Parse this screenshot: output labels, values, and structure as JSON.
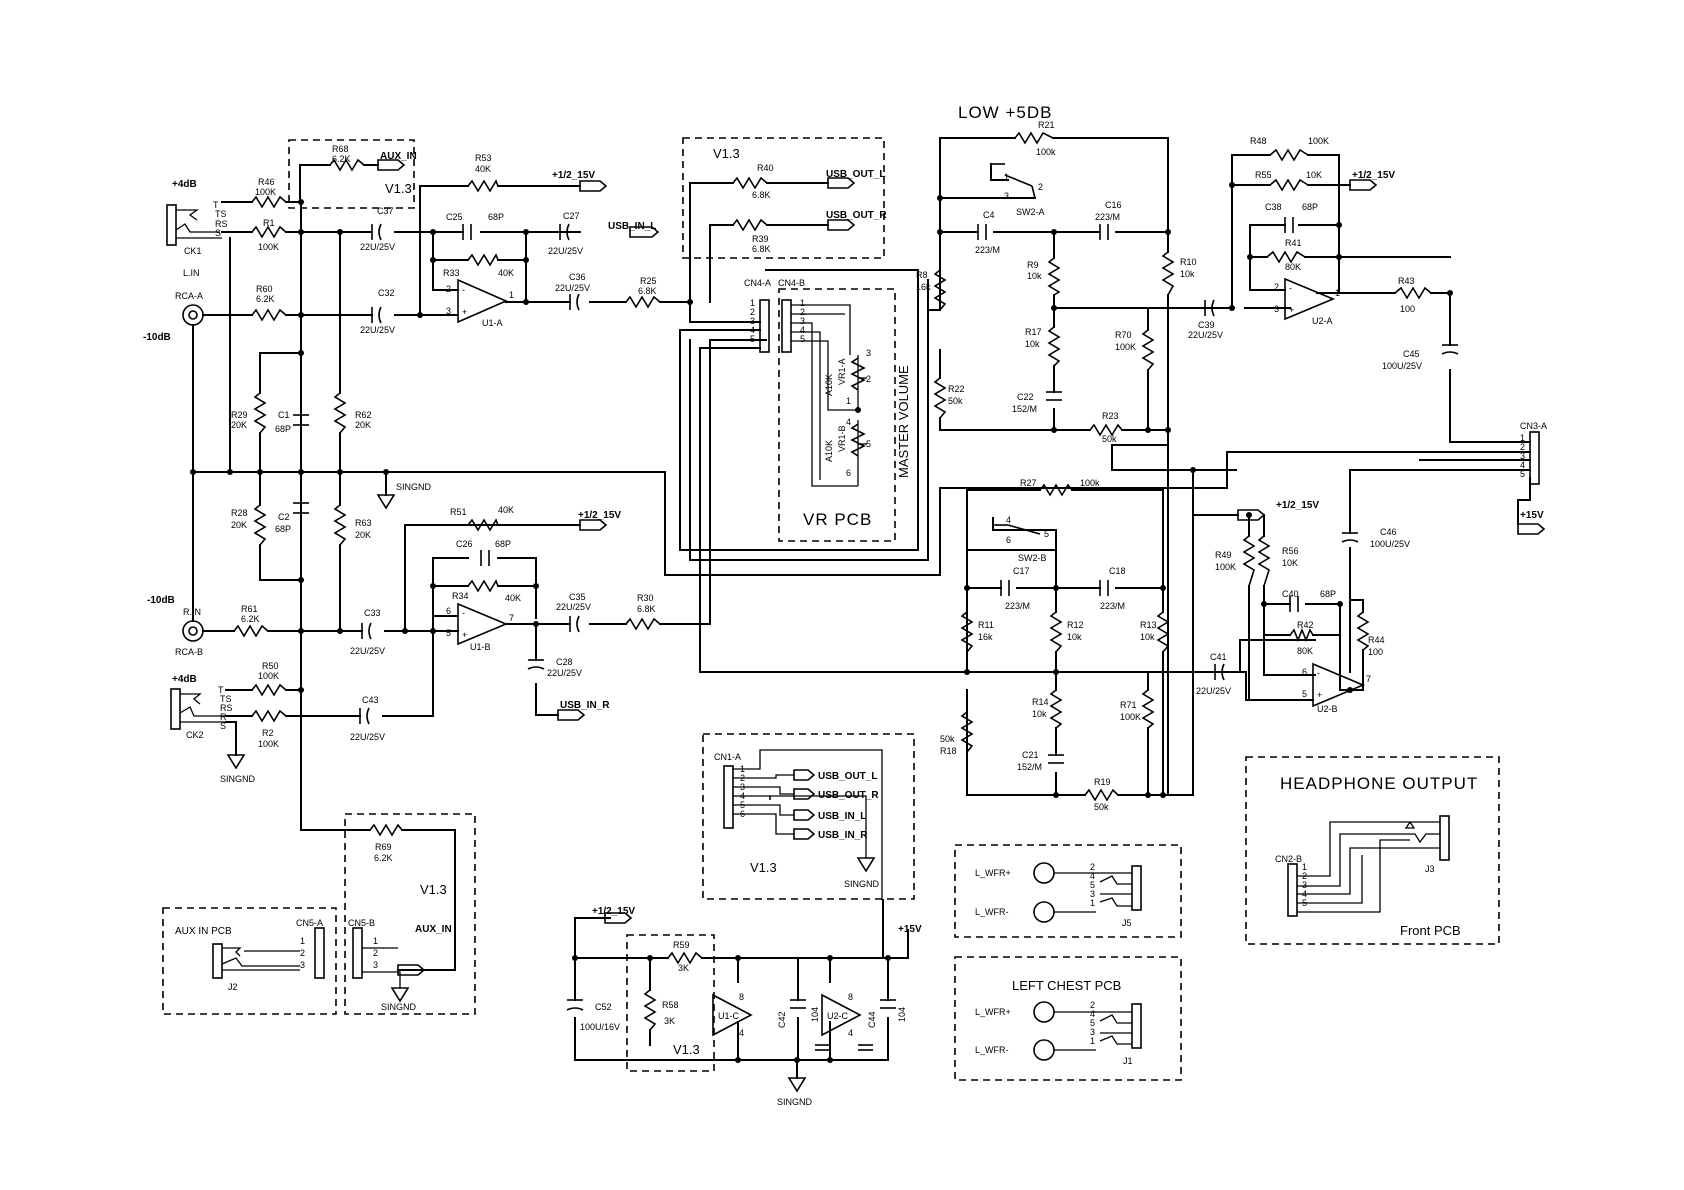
{
  "title_low": "LOW +5DB",
  "vr_pcb_label": "VR PCB",
  "master_volume_label": "MASTER VOLUME",
  "headphone_title": "HEADPHONE OUTPUT",
  "front_pcb_label": "Front PCB",
  "left_chest_title": "LEFT CHEST PCB",
  "aux_pcb_title": "AUX IN PCB",
  "version_label": "V1.3",
  "gain_labels": {
    "plus4_top": "+4dB",
    "minus10_top": "-10dB",
    "minus10_bottom": "-10dB",
    "plus4_bottom": "+4dB"
  },
  "inputs": {
    "lin": "L.IN",
    "rin": "R.IN",
    "rca_a": "RCA-A",
    "rca_b": "RCA-B",
    "ck1": "CK1",
    "ck2": "CK2"
  },
  "nets": {
    "half15": "+1/2_15V",
    "plus15": "+15V",
    "singnd": "SINGND",
    "aux_in": "AUX_IN",
    "usb_out_l": "USB_OUT_L",
    "usb_out_r": "USB_OUT_R",
    "usb_in_l": "USB_IN_L",
    "usb_in_r": "USB_IN_R",
    "l_wfr_plus": "L_WFR+",
    "l_wfr_minus": "L_WFR-"
  },
  "components": {
    "R46": [
      "R46",
      "100K"
    ],
    "R1": [
      "R1",
      "100K"
    ],
    "R60": [
      "R60",
      "6.2K"
    ],
    "R68": [
      "R68",
      "6.2K"
    ],
    "R53": [
      "R53",
      "40K"
    ],
    "R33": [
      "R33",
      "40K"
    ],
    "R25": [
      "R25",
      "6.8K"
    ],
    "R40": [
      "R40",
      "6.8K"
    ],
    "R39": [
      "R39",
      "6.8K"
    ],
    "R29": [
      "R29",
      "20K"
    ],
    "R28": [
      "R28",
      "20K"
    ],
    "R62": [
      "R62",
      "20K"
    ],
    "R63": [
      "R63",
      "20K"
    ],
    "R51": [
      "R51",
      "40K"
    ],
    "R34": [
      "R34",
      "40K"
    ],
    "R30": [
      "R30",
      "6.8K"
    ],
    "R61": [
      "R61",
      "6.2K"
    ],
    "R50": [
      "R50",
      "100K"
    ],
    "R2": [
      "R2",
      "100K"
    ],
    "R69": [
      "R69",
      "6.2K"
    ],
    "R21": [
      "R21",
      "100k"
    ],
    "R8": [
      "R8",
      "16k"
    ],
    "R22": [
      "R22",
      "50k"
    ],
    "R9": [
      "R9",
      "10k"
    ],
    "R17": [
      "R17",
      "10k"
    ],
    "R10": [
      "R10",
      "10k"
    ],
    "R70": [
      "R70",
      "100K"
    ],
    "R23": [
      "R23",
      "50k"
    ],
    "R27": [
      "R27",
      "100k"
    ],
    "R11": [
      "R11",
      "16k"
    ],
    "R12": [
      "R12",
      "10k"
    ],
    "R13": [
      "R13",
      "10k"
    ],
    "R14": [
      "R14",
      "10k"
    ],
    "R18": [
      "R18",
      "50k"
    ],
    "R71": [
      "R71",
      "100K"
    ],
    "R19": [
      "R19",
      "50k"
    ],
    "R48": [
      "R48",
      "100K"
    ],
    "R55": [
      "R55",
      "10K"
    ],
    "R41": [
      "R41",
      "80K"
    ],
    "R43": [
      "R43",
      "100"
    ],
    "R49": [
      "R49",
      "100K"
    ],
    "R56": [
      "R56",
      "10K"
    ],
    "R42": [
      "R42",
      "80K"
    ],
    "R44": [
      "R44",
      "100"
    ],
    "R59": [
      "R59",
      "3K"
    ],
    "R58": [
      "R58",
      "3K"
    ],
    "C37": [
      "C37",
      "22U/25V"
    ],
    "C32": [
      "C32",
      "22U/25V"
    ],
    "C25": [
      "C25",
      "68P"
    ],
    "C27": [
      "C27",
      "22U/25V"
    ],
    "C36": [
      "C36",
      "22U/25V"
    ],
    "C1": [
      "C1",
      "68P"
    ],
    "C2": [
      "C2",
      "68P"
    ],
    "C26": [
      "C26",
      "68P"
    ],
    "C33": [
      "C33",
      "22U/25V"
    ],
    "C35": [
      "C35",
      "22U/25V"
    ],
    "C28": [
      "C28",
      "22U/25V"
    ],
    "C43": [
      "C43",
      "22U/25V"
    ],
    "C4": [
      "C4",
      "223/M"
    ],
    "C16": [
      "C16",
      "223/M"
    ],
    "C22": [
      "C22",
      "152/M"
    ],
    "C39": [
      "C39",
      "22U/25V"
    ],
    "C17": [
      "C17",
      "223/M"
    ],
    "C18": [
      "C18",
      "223/M"
    ],
    "C21": [
      "C21",
      "152/M"
    ],
    "C41": [
      "C41",
      "22U/25V"
    ],
    "C38": [
      "C38",
      "68P"
    ],
    "C45": [
      "C45",
      "100U/25V"
    ],
    "C40": [
      "C40",
      "68P"
    ],
    "C46": [
      "C46",
      "100U/25V"
    ],
    "C52": [
      "C52",
      "100U/16V"
    ],
    "C42": [
      "C42",
      "104"
    ],
    "C44": [
      "C44",
      "104"
    ],
    "U1A": "U1-A",
    "U1B": "U1-B",
    "U1C": "U1-C",
    "U2A": "U2-A",
    "U2B": "U2-B",
    "U2C": "U2-C",
    "SW2A": "SW2-A",
    "SW2B": "SW2-B",
    "VR1A": "VR1-A",
    "VR1B": "VR1-B",
    "A10K": "A10K",
    "CN4A": "CN4-A",
    "CN4B": "CN4-B",
    "CN3A": "CN3-A",
    "CN1A": "CN1-A",
    "CN2B": "CN2-B",
    "CN5A": "CN5-A",
    "CN5B": "CN5-B",
    "J1": "J1",
    "J2": "J2",
    "J3": "J3",
    "J5": "J5"
  }
}
